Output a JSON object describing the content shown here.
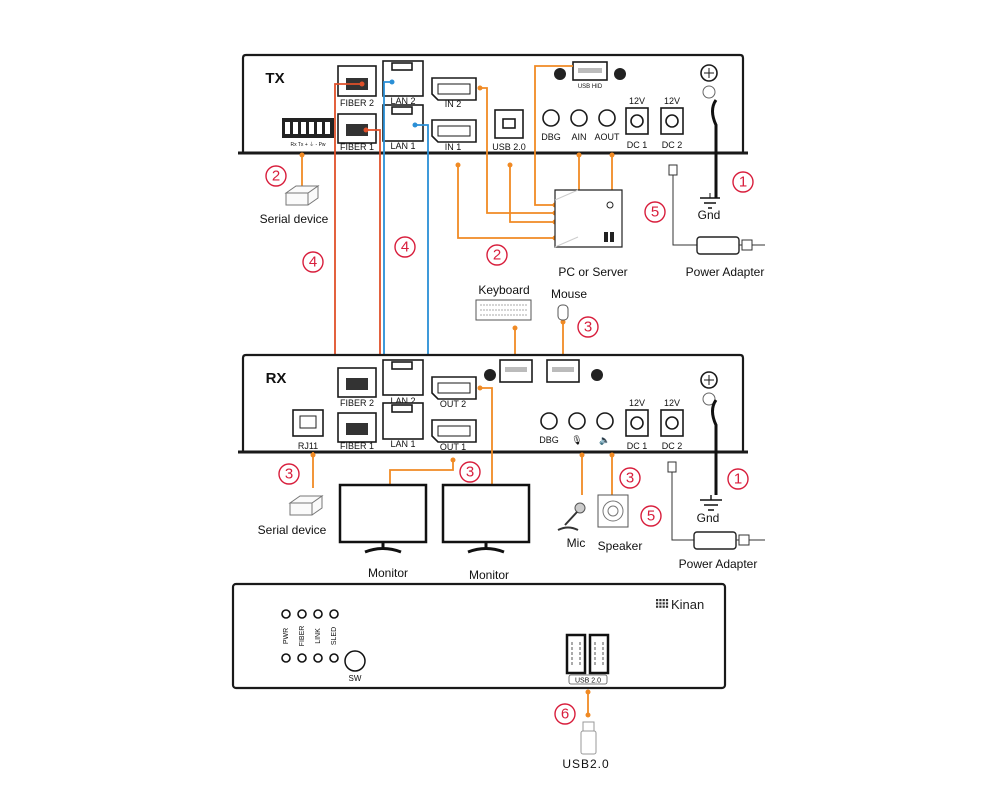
{
  "colors": {
    "orange_cable": "#f08a24",
    "blue_cable": "#2a8fd6",
    "fiber_cable": "#e0502a",
    "step_number": "#d81e3c"
  },
  "tx": {
    "title": "TX",
    "terminal": "Rx  Tx  +  ⏚  -  Pw",
    "fiber2": "FIBER 2",
    "fiber1": "FIBER 1",
    "lan2": "LAN 2",
    "lan1": "LAN 1",
    "in2": "IN 2",
    "in1": "IN 1",
    "usb20": "USB 2.0",
    "usbhid": "USB HID",
    "dbg": "DBG",
    "ain": "AIN",
    "aout": "AOUT",
    "v1": "12V",
    "v2": "12V",
    "dc1": "DC 1",
    "dc2": "DC 2"
  },
  "tx_periph": {
    "n_serial": "2",
    "serial": "Serial device",
    "n_fiber": "4",
    "n_lan": "4",
    "n_pc": "2",
    "pc": "PC  or Server",
    "n_gnd": "1",
    "gnd": "Gnd",
    "n_power": "5",
    "power": "Power Adapter",
    "keyboard": "Keyboard",
    "mouse": "Mouse",
    "n_hid": "3"
  },
  "rx": {
    "title": "RX",
    "rj11": "RJ11",
    "fiber2": "FIBER 2",
    "fiber1": "FIBER 1",
    "lan2": "LAN 2",
    "lan1": "LAN 1",
    "out2": "OUT 2",
    "out1": "OUT 1",
    "dbg": "DBG",
    "v1": "12V",
    "v2": "12V",
    "dc1": "DC 1",
    "dc2": "DC 2"
  },
  "rx_periph": {
    "n_serial": "3",
    "serial": "Serial device",
    "monitor1": "Monitor",
    "monitor2": "Monitor",
    "n_monitor": "3",
    "mic": "Mic",
    "speaker": "Speaker",
    "n_audio": "3",
    "n_gnd": "1",
    "gnd": "Gnd",
    "n_power": "5",
    "power": "Power Adapter"
  },
  "front": {
    "leds": [
      "PWR",
      "FIBER",
      "LINK",
      "SLED"
    ],
    "sw": "SW",
    "brand": "Kinan",
    "usb": "USB 2.0",
    "n_usb": "6",
    "usb_stick": "USB2.0"
  }
}
